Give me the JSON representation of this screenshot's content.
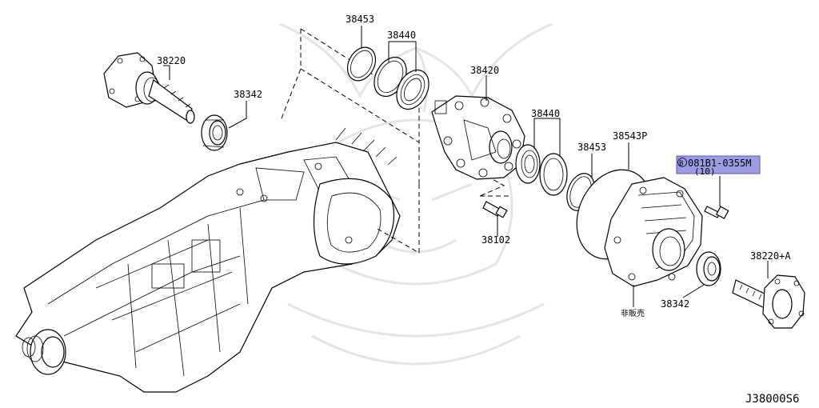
{
  "diagram_id": "J38000S6",
  "highlight_color": "#9b9be6",
  "callouts": {
    "p38453_top": "38453",
    "p38440_top": "38440",
    "p38220": "38220",
    "p38342_left": "38342",
    "p38420": "38420",
    "p38440_mid": "38440",
    "p38453_mid": "38453",
    "p38543p": "38543P",
    "p38102": "38102",
    "p38220a": "38220+A",
    "p38342_right": "38342",
    "not_for_sale": "非販売"
  },
  "highlighted_part": {
    "marker": "B",
    "number": "081B1-0355M",
    "qty": "(10)"
  }
}
